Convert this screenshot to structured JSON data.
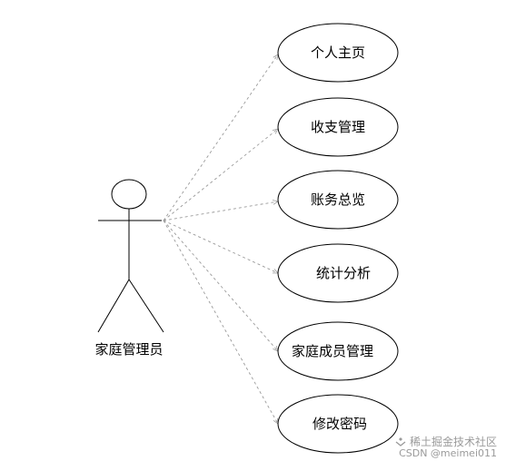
{
  "actor": {
    "label": "家庭管理员"
  },
  "use_cases": [
    {
      "label": "个人主页"
    },
    {
      "label": "收支管理"
    },
    {
      "label": "账务总览"
    },
    {
      "label": "统计分析"
    },
    {
      "label": "家庭成员管理"
    },
    {
      "label": "修改密码"
    }
  ],
  "watermark": {
    "community": "稀土掘金技术社区",
    "credit": "CSDN @meimei011",
    "logo_icon": "juejin-logo-icon"
  },
  "colors": {
    "stroke": "#000000",
    "connector": "#9a9a9a",
    "watermark": "#9a9a9a"
  }
}
